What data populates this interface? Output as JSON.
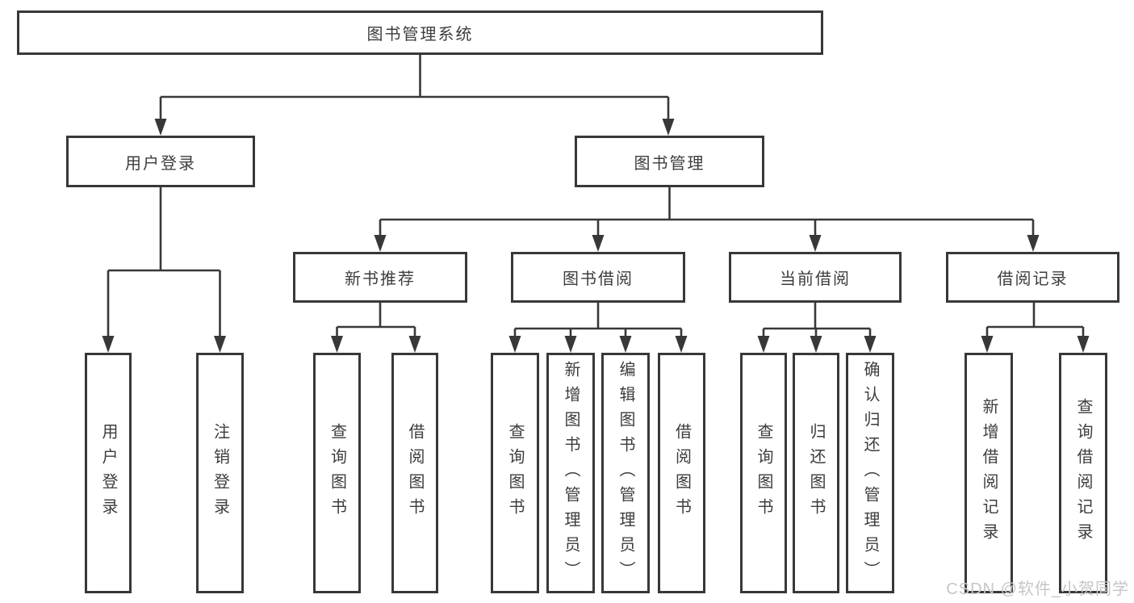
{
  "diagram": {
    "type": "hierarchy-tree",
    "colors": {
      "line": "#383838",
      "box_border": "#383838",
      "text": "#3d3d3d",
      "background": "#ffffff",
      "watermark": "#c6c6c6"
    },
    "root": {
      "label": "图书管理系统"
    },
    "level2": [
      {
        "label": "用户登录"
      },
      {
        "label": "图书管理"
      }
    ],
    "level3": [
      {
        "label": "新书推荐"
      },
      {
        "label": "图书借阅"
      },
      {
        "label": "当前借阅"
      },
      {
        "label": "借阅记录"
      }
    ],
    "leaves": {
      "user_login": [
        {
          "label": "用户登录"
        },
        {
          "label": "注销登录"
        }
      ],
      "new_book_recommend": [
        {
          "label": "查询图书"
        },
        {
          "label": "借阅图书"
        }
      ],
      "book_borrow": [
        {
          "label": "查询图书"
        },
        {
          "label": "新增图书（管理员）"
        },
        {
          "label": "编辑图书（管理员）"
        },
        {
          "label": "借阅图书"
        }
      ],
      "current_borrow": [
        {
          "label": "查询图书"
        },
        {
          "label": "归还图书"
        },
        {
          "label": "确认归还（管理员）"
        }
      ],
      "borrow_records": [
        {
          "label": "新增借阅记录"
        },
        {
          "label": "查询借阅记录"
        }
      ]
    },
    "watermark": "CSDN @软件_小贺同学"
  }
}
